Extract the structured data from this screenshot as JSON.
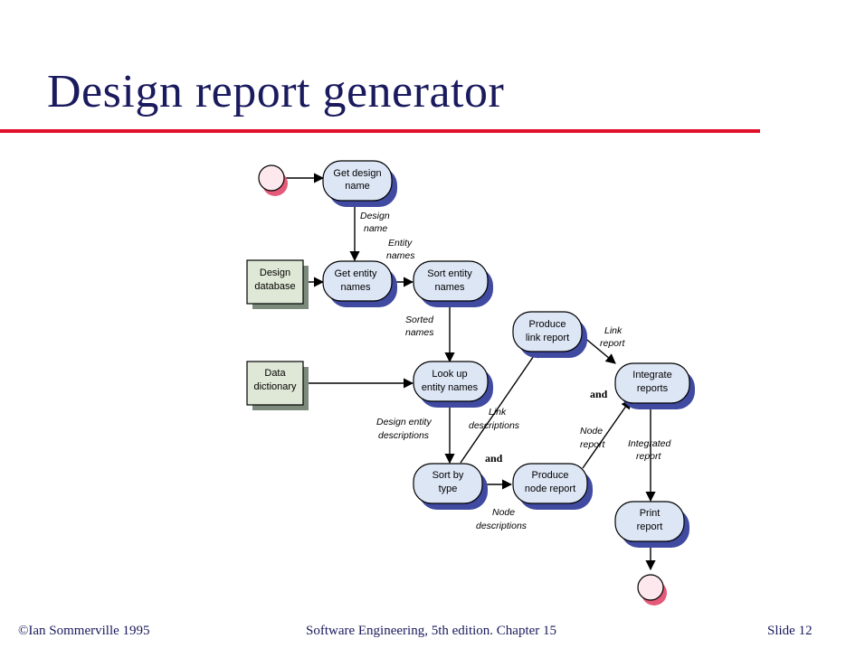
{
  "title": "Design report generator",
  "footer": {
    "left": "©Ian Sommerville 1995",
    "center": "Software Engineering, 5th edition. Chapter 15",
    "right": "Slide 12"
  },
  "colors": {
    "title": "#1a1a5e",
    "rule": "#e0102a",
    "process_fill": "#dde6f5",
    "process_shadow": "#3f4aa0",
    "store_fill": "#dfe8d6",
    "store_shadow": "#7c8a7c",
    "terminal_fill": "#fde8ee",
    "terminal_shadow": "#e45a78"
  },
  "diagram": {
    "processes": [
      {
        "id": "get_design_name",
        "lines": [
          "Get design",
          "name"
        ]
      },
      {
        "id": "get_entity_names",
        "lines": [
          "Get entity",
          "names"
        ]
      },
      {
        "id": "sort_entity_names",
        "lines": [
          "Sort entity",
          "names"
        ]
      },
      {
        "id": "look_up_entity_names",
        "lines": [
          "Look up",
          "entity names"
        ]
      },
      {
        "id": "produce_link_report",
        "lines": [
          "Produce",
          "link report"
        ]
      },
      {
        "id": "integrate_reports",
        "lines": [
          "Integrate",
          "reports"
        ]
      },
      {
        "id": "sort_by_type",
        "lines": [
          "Sort by",
          "type"
        ]
      },
      {
        "id": "produce_node_report",
        "lines": [
          "Produce",
          "node report"
        ]
      },
      {
        "id": "print_report",
        "lines": [
          "Print",
          "report"
        ]
      }
    ],
    "stores": [
      {
        "id": "design_database",
        "lines": [
          "Design",
          "database"
        ]
      },
      {
        "id": "data_dictionary",
        "lines": [
          "Data",
          "dictionary"
        ]
      }
    ],
    "flow_labels": [
      {
        "id": "design_name",
        "lines": [
          "Design",
          "name"
        ]
      },
      {
        "id": "entity_names",
        "lines": [
          "Entity",
          "names"
        ]
      },
      {
        "id": "sorted_names",
        "lines": [
          "Sorted",
          "names"
        ]
      },
      {
        "id": "link_report",
        "lines": [
          "Link",
          "report"
        ]
      },
      {
        "id": "design_entity_descriptions",
        "lines": [
          "Design entity",
          "descriptions"
        ]
      },
      {
        "id": "link_descriptions",
        "lines": [
          "Link",
          "descriptions"
        ]
      },
      {
        "id": "node_report",
        "lines": [
          "Node",
          "report"
        ]
      },
      {
        "id": "integrated_report",
        "lines": [
          "Integrated",
          "report"
        ]
      },
      {
        "id": "node_descriptions",
        "lines": [
          "Node",
          "descriptions"
        ]
      }
    ],
    "and_labels": [
      "and",
      "and"
    ]
  }
}
